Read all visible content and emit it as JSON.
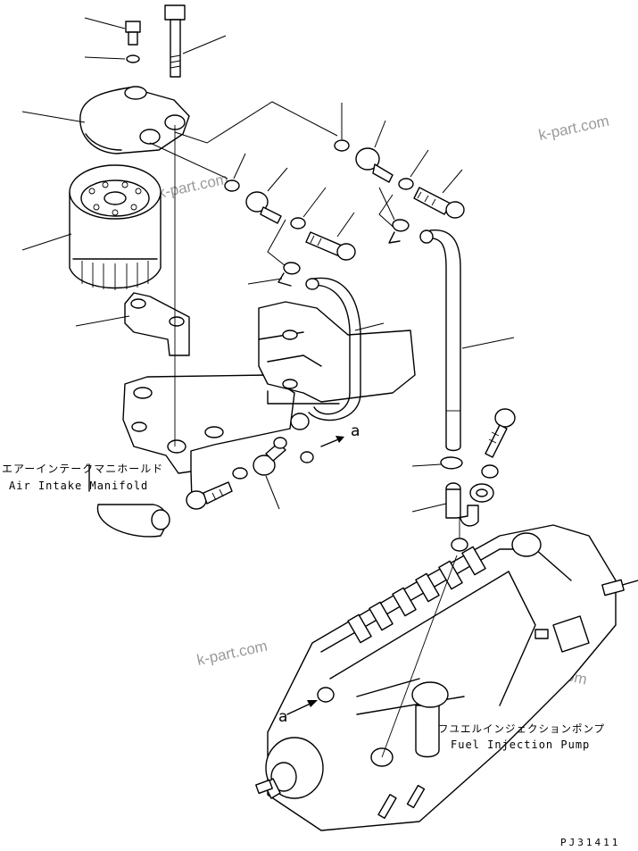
{
  "labels": {
    "air_intake_jp": "エアーインテークマニホールド",
    "air_intake_en": "Air Intake Manifold",
    "pump_jp": "フユエルインジェクションポンプ",
    "pump_en": "Fuel Injection Pump",
    "view_a_upper": "a",
    "view_a_lower": "a",
    "drawing_code": "PJ31411"
  },
  "watermarks": [
    "k-part.com",
    "k-part.com",
    "k-part.com",
    "k-part.com"
  ],
  "colors": {
    "line": "#000000",
    "watermark": "#9a9a9a",
    "background": "#ffffff"
  }
}
